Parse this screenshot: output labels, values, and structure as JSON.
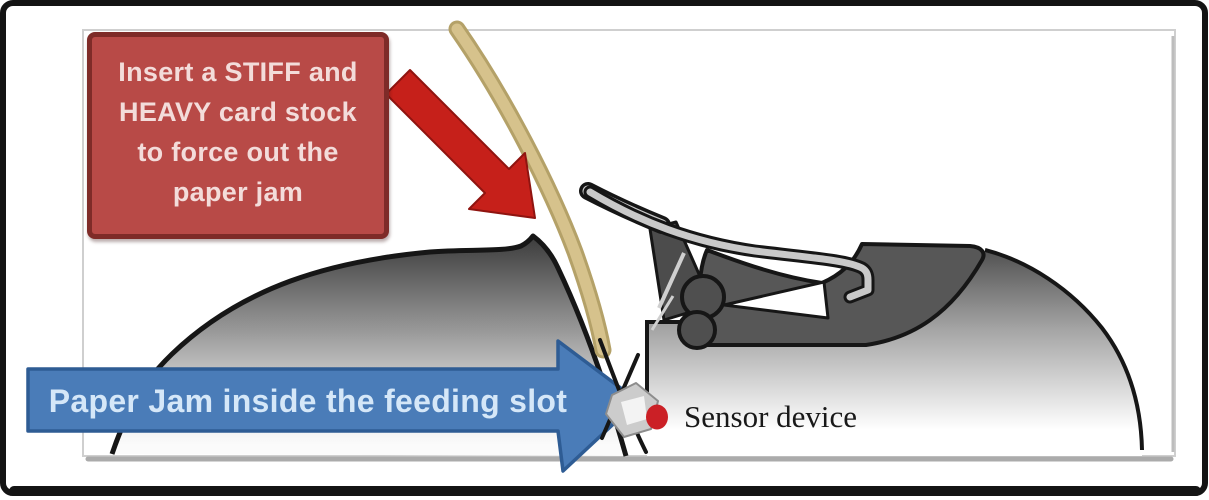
{
  "callout": {
    "lines": [
      "Insert a STIFF and",
      "HEAVY card stock",
      "to force out the",
      "paper jam"
    ],
    "fill": "#b84a47",
    "border_color": "#7e2b28",
    "text_color": "#f3dcda"
  },
  "red_arrow": {
    "fill": "#c6201a"
  },
  "card_stock": {
    "fill": "#d6c28c",
    "edge_color": "#b4a168"
  },
  "paper_jam_arrow": {
    "label": "Paper Jam inside the feeding slot",
    "fill": "#4a7cb8",
    "border_color": "#2e5c94",
    "text_color": "#d5e7f8"
  },
  "sensor": {
    "label": "Sensor device",
    "dot_color": "#cb2026"
  },
  "printer": {
    "body_dark": "#575757",
    "outline": "#161616",
    "highlight": "#c9c9c9"
  }
}
